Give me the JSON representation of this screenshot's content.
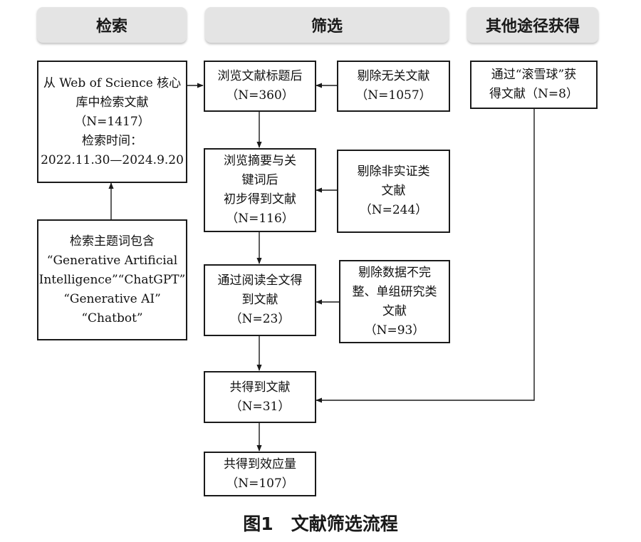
{
  "headers": {
    "search": "检索",
    "screen": "筛选",
    "other": "其他途径获得"
  },
  "boxes": {
    "search_source": [
      "从 Web of Science 核心",
      "库中检索文献",
      "（N=1417）",
      "检索时间：",
      "2022.11.30—2024.9.20"
    ],
    "search_terms": [
      "检索主题词包含",
      "“Generative Artificial",
      "Intelligence”“ChatGPT”",
      "“Generative AI”",
      "“Chatbot”"
    ],
    "title_screen": [
      "浏览文献标题后",
      "（N=360）"
    ],
    "remove_irrelevant": [
      "剔除无关文献",
      "（N=1057）"
    ],
    "abstract_screen": [
      "浏览摘要与关",
      "键词后",
      "初步得到文献",
      "（N=116）"
    ],
    "remove_nonempirical": [
      "剔除非实证类",
      "文献",
      "（N=244）"
    ],
    "fulltext_screen": [
      "通过阅读全文得",
      "到文献",
      "（N=23）"
    ],
    "remove_incomplete": [
      "剔除数据不完",
      "整、单组研究类",
      "文献",
      "（N=93）"
    ],
    "snowball": [
      "通过“滚雪球”获",
      "得文献（N=8）"
    ],
    "total_literature": [
      "共得到文献",
      "（N=31）"
    ],
    "effect_sizes": [
      "共得到效应量",
      "（N=107）"
    ]
  },
  "caption": "图1　文献筛选流程"
}
